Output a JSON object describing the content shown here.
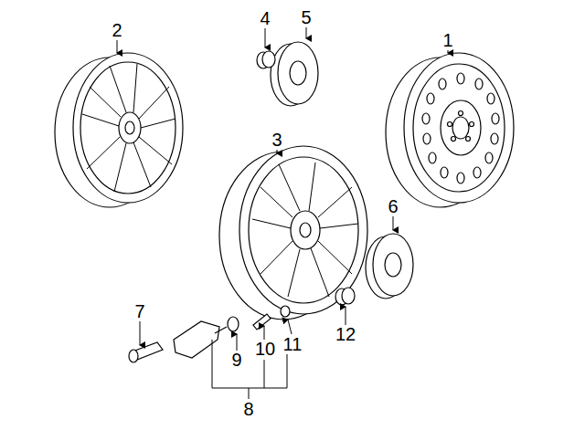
{
  "diagram": {
    "labels": [
      "2",
      "4",
      "5",
      "1",
      "3",
      "6",
      "7",
      "10",
      "11",
      "12",
      "9",
      "8"
    ]
  }
}
